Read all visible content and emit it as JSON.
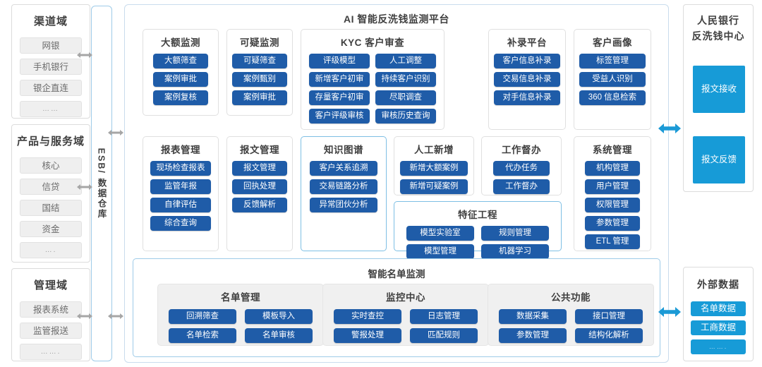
{
  "left_column": [
    {
      "id": "channel-domain",
      "title": "渠道域",
      "items": [
        "网银",
        "手机银行",
        "银企直连",
        "……"
      ]
    },
    {
      "id": "product-service-domain",
      "title": "产品与服务域",
      "items": [
        "核心",
        "信贷",
        "国结",
        "资金",
        "…."
      ]
    },
    {
      "id": "management-domain",
      "title": "管理域",
      "items": [
        "报表系统",
        "监管报送",
        "……."
      ]
    }
  ],
  "esb": {
    "label": "ESB/ 数据仓库"
  },
  "platform": {
    "title": "AI 智能反洗钱监测平台",
    "row1": [
      {
        "id": "large-amount-monitor",
        "title": "大额监测",
        "highlight": false,
        "buttons": [
          "大额筛查",
          "案例审批",
          "案例复核"
        ]
      },
      {
        "id": "suspicious-monitor",
        "title": "可疑监测",
        "highlight": false,
        "buttons": [
          "可疑筛查",
          "案例甄别",
          "案例审批"
        ]
      },
      {
        "id": "kyc-review",
        "title": "KYC 客户审查",
        "highlight": false,
        "buttons": [
          "评级模型",
          "人工调整",
          "新增客户初审",
          "持续客户识别",
          "存量客户初审",
          "尽职调查",
          "客户评级审核",
          "审核历史查询"
        ]
      },
      {
        "id": "supplement-platform",
        "title": "补录平台",
        "highlight": false,
        "buttons": [
          "客户信息补录",
          "交易信息补录",
          "对手信息补录"
        ]
      },
      {
        "id": "customer-profile",
        "title": "客户画像",
        "highlight": false,
        "buttons": [
          "标签管理",
          "受益人识别",
          "360 信息检索"
        ]
      }
    ],
    "row2": [
      {
        "id": "report-management",
        "title": "报表管理",
        "highlight": false,
        "buttons": [
          "现场检查报表",
          "监管年报",
          "自律评估",
          "综合查询"
        ]
      },
      {
        "id": "message-management",
        "title": "报文管理",
        "highlight": false,
        "buttons": [
          "报文管理",
          "回执处理",
          "反馈解析"
        ]
      },
      {
        "id": "knowledge-graph",
        "title": "知识图谱",
        "highlight": true,
        "buttons": [
          "客户关系追溯",
          "交易链路分析",
          "异常团伙分析"
        ]
      },
      {
        "id": "manual-add",
        "title": "人工新增",
        "highlight": false,
        "buttons": [
          "新增大额案例",
          "新增可疑案例"
        ]
      },
      {
        "id": "work-supervision",
        "title": "工作督办",
        "highlight": false,
        "buttons": [
          "代办任务",
          "工作督办"
        ]
      },
      {
        "id": "system-management",
        "title": "系统管理",
        "highlight": false,
        "buttons": [
          "机构管理",
          "用户管理",
          "权限管理",
          "参数管理",
          "ETL 管理"
        ]
      }
    ],
    "feature_engineering": {
      "id": "feature-engineering",
      "title": "特征工程",
      "highlight": true,
      "buttons": [
        "模型实验室",
        "规则管理",
        "模型管理",
        "机器学习"
      ]
    },
    "name_list": {
      "title": "智能名单监测",
      "groups": [
        {
          "id": "list-management",
          "title": "名单管理",
          "buttons": [
            "回溯筛查",
            "模板导入",
            "名单检索",
            "名单审核"
          ]
        },
        {
          "id": "monitor-center",
          "title": "监控中心",
          "buttons": [
            "实时查控",
            "日志管理",
            "警报处理",
            "匹配规则"
          ]
        },
        {
          "id": "common-functions",
          "title": "公共功能",
          "buttons": [
            "数据采集",
            "接口管理",
            "参数管理",
            "结构化解析"
          ]
        }
      ]
    }
  },
  "right_column": [
    {
      "id": "pboc-aml-center",
      "title_lines": [
        "人民银行",
        "反洗钱中心"
      ],
      "blocks": [
        "报文接收",
        "报文反馈"
      ]
    },
    {
      "id": "external-data",
      "title_lines": [
        "外部数据"
      ],
      "items": [
        "名单数据",
        "工商数据",
        "……."
      ]
    }
  ],
  "colors": {
    "primary_button": "#1f5ca8",
    "accent_blue": "#179bd7",
    "arrow_gray": "#a6a6a6",
    "arrow_blue": "#1b9ad6",
    "card_border": "#e0e0e0",
    "highlight_border": "#7ebfe4"
  }
}
